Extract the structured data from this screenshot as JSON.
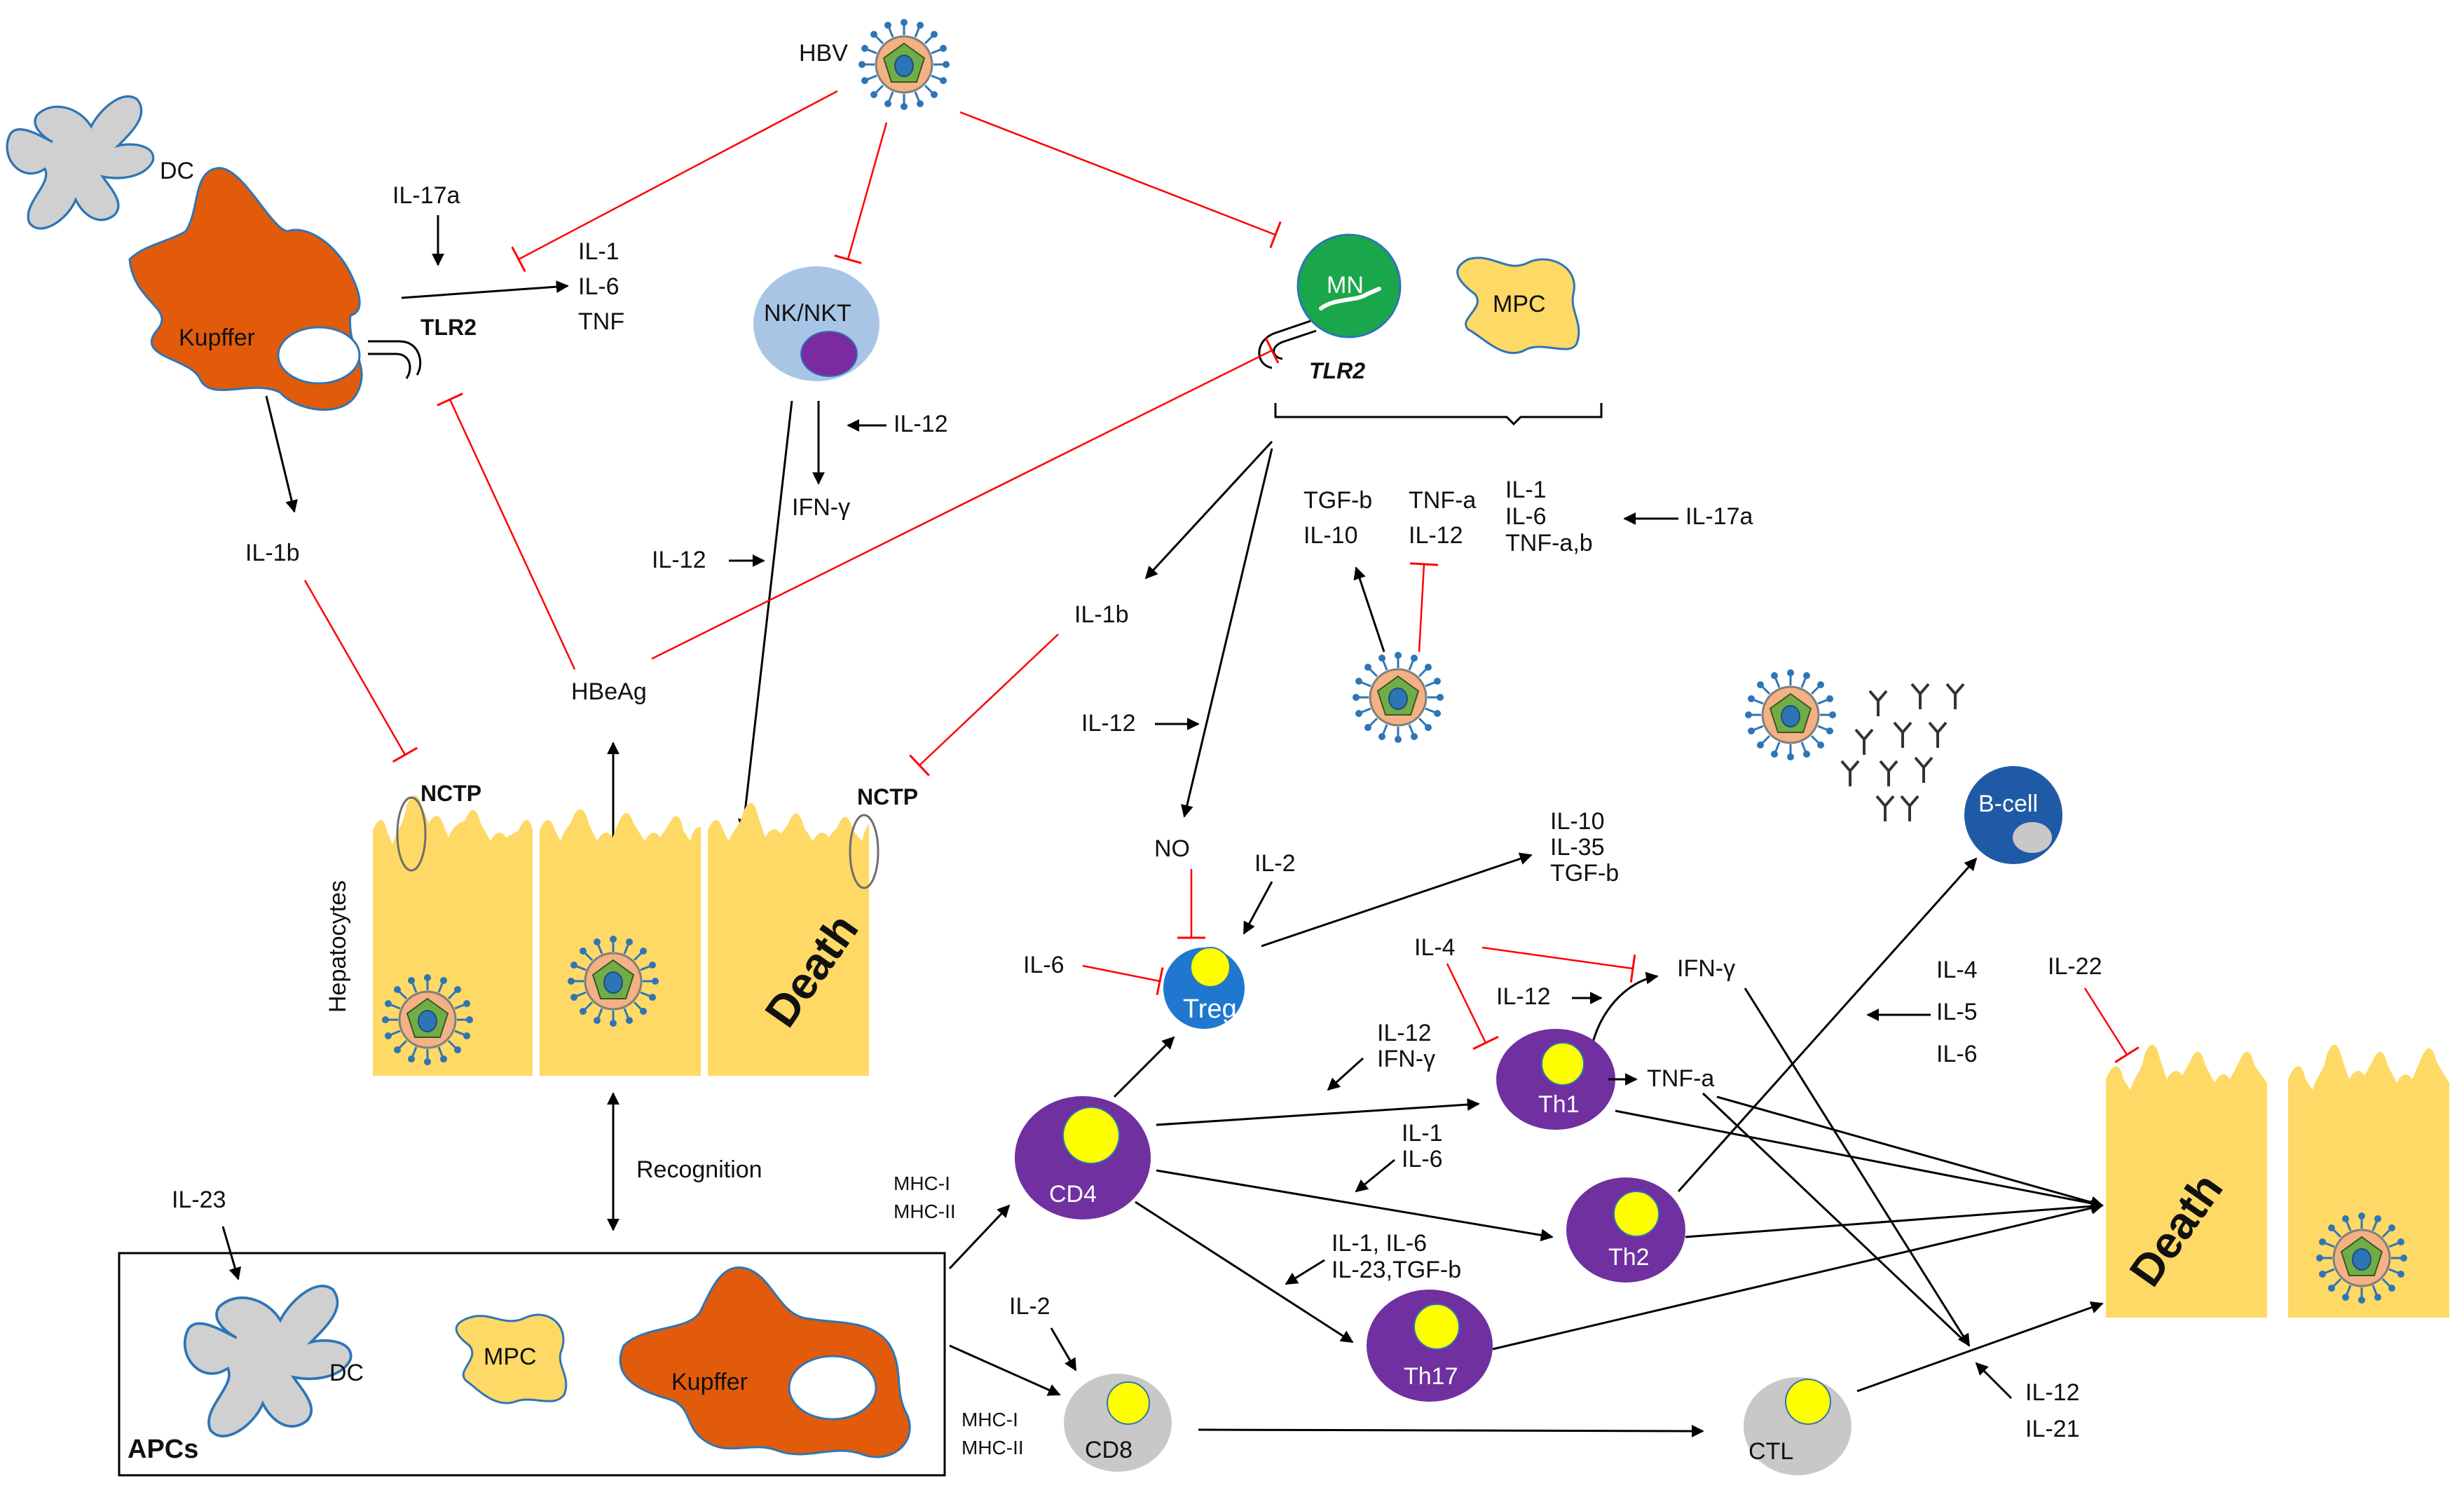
{
  "labels": {
    "hbv": "HBV",
    "dc_top": "DC",
    "kupffer_top": "Kupffer",
    "tlr2_kupffer": "TLR2",
    "il17a_top": "IL-17a",
    "il1": "IL-1",
    "il6": "IL-6",
    "tnf": "TNF",
    "nk_nkt": "NK/NKT",
    "mn": "MN",
    "mpc_top": "MPC",
    "tlr2_mn": "TLR2",
    "il12_nk": "IL-12",
    "ifn_gamma_nk": "IFN-γ",
    "il12_left": "IL-12",
    "il1b_left": "IL-1b",
    "hbeag": "HBeAg",
    "nctp_left": "NCTP",
    "nctp_right": "NCTP",
    "hepatocytes": "Hepatocytes",
    "death_center": "Death",
    "recognition": "Recognition",
    "il1b_mid": "IL-1b",
    "il12_mid": "IL-12",
    "no": "NO",
    "tgfb_mn": "TGF-b",
    "il10_mn": "IL-10",
    "tnfa_mn": "TNF-a",
    "il12_mn": "IL-12",
    "il1_mn": "IL-1",
    "il6_mn": "IL-6",
    "tnfab_mn": "TNF-a,b",
    "il17a_mn": "IL-17a",
    "bcell": "B-cell",
    "il2_treg": "IL-2",
    "il6_treg": "IL-6",
    "treg": "Treg",
    "il10_out": "IL-10",
    "il35_out": "IL-35",
    "tgfb_out": "TGF-b",
    "il4_th1": "IL-4",
    "ifng_out": "IFN-γ",
    "il12_th1": "IL-12",
    "il12_ifng_1": "IL-12",
    "il12_ifng_2": "IFN-γ",
    "th1": "Th1",
    "tnfa_out": "TNF-a",
    "il4_bc": "IL-4",
    "il5_bc": "IL-5",
    "il6_bc": "IL-6",
    "il22": "IL-22",
    "mhc1_cd4": "MHC-I",
    "mhc2_cd4": "MHC-II",
    "cd4": "CD4",
    "il1_th2": "IL-1",
    "il6_th2": "IL-6",
    "th2": "Th2",
    "il1il6_th17": "IL-1, IL-6",
    "il23tgfb_th17": "IL-23,TGF-b",
    "th17": "Th17",
    "death_right": "Death",
    "il23_apc": "IL-23",
    "dc_apc": "DC",
    "mpc_apc": "MPC",
    "kupffer_apc": "Kupffer",
    "apcs": "APCs",
    "il2_cd8": "IL-2",
    "mhc1_cd8": "MHC-I",
    "mhc2_cd8": "MHC-II",
    "cd8": "CD8",
    "ctl": "CTL",
    "il12_ctl": "IL-12",
    "il21_ctl": "IL-21"
  },
  "colors": {
    "kupffer": "#e15b0b",
    "dc": "#d0d0d0",
    "hepatocyte": "#ffd966",
    "mn": "#1aa64a",
    "nk": "#a9c5e6",
    "nk_nucleus": "#7b2ba0",
    "tcell": "#7030a0",
    "tcell_nucleus": "#ffff00",
    "treg": "#1f77d0",
    "bcell": "#1f5aa6",
    "cd8": "#c8c8c8",
    "inhibition": "#ff0000",
    "activation": "#000000"
  },
  "icons": [
    "hbv-virus-icon",
    "antibody-icon",
    "tlr2-receptor-icon",
    "nctp-transporter-icon"
  ]
}
